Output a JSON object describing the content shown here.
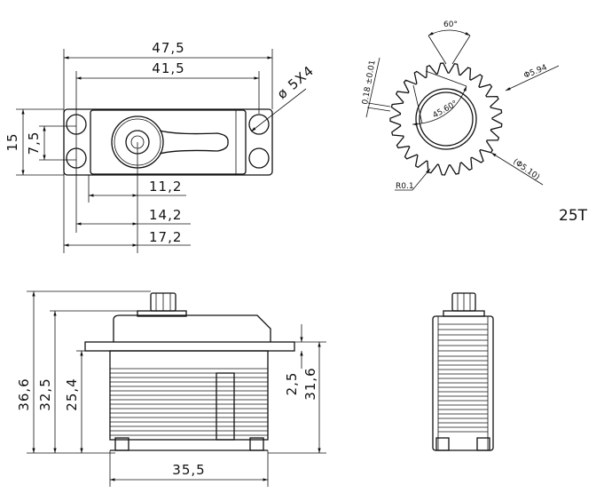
{
  "top_view": {
    "dim_overall_width": "47,5",
    "dim_hole_spacing": "41,5",
    "dim_height": "15",
    "dim_hole_vertical": "7,5",
    "dim_hole_diameter": "ø 5X4",
    "dim_body_to_shaft": "11,2",
    "dim_hole_to_shaft": "14,2",
    "dim_edge_to_shaft": "17,2"
  },
  "gear": {
    "angle_top": "60°",
    "tooth_width": "0.18 ±0.01",
    "outer_diameter": "Φ5.94",
    "pitch_angle": "45.60°",
    "root_diameter": "(Φ5.10)",
    "radius": "R0.1",
    "teeth_count_label": "25T",
    "teeth_count": 25
  },
  "front_view": {
    "dim_total_height": "36,6",
    "dim_flange_top_height": "32,5",
    "dim_body_height": "25,4",
    "dim_flange_thickness": "2,5",
    "dim_flange_to_bottom": "31,6",
    "dim_body_width": "35,5"
  }
}
